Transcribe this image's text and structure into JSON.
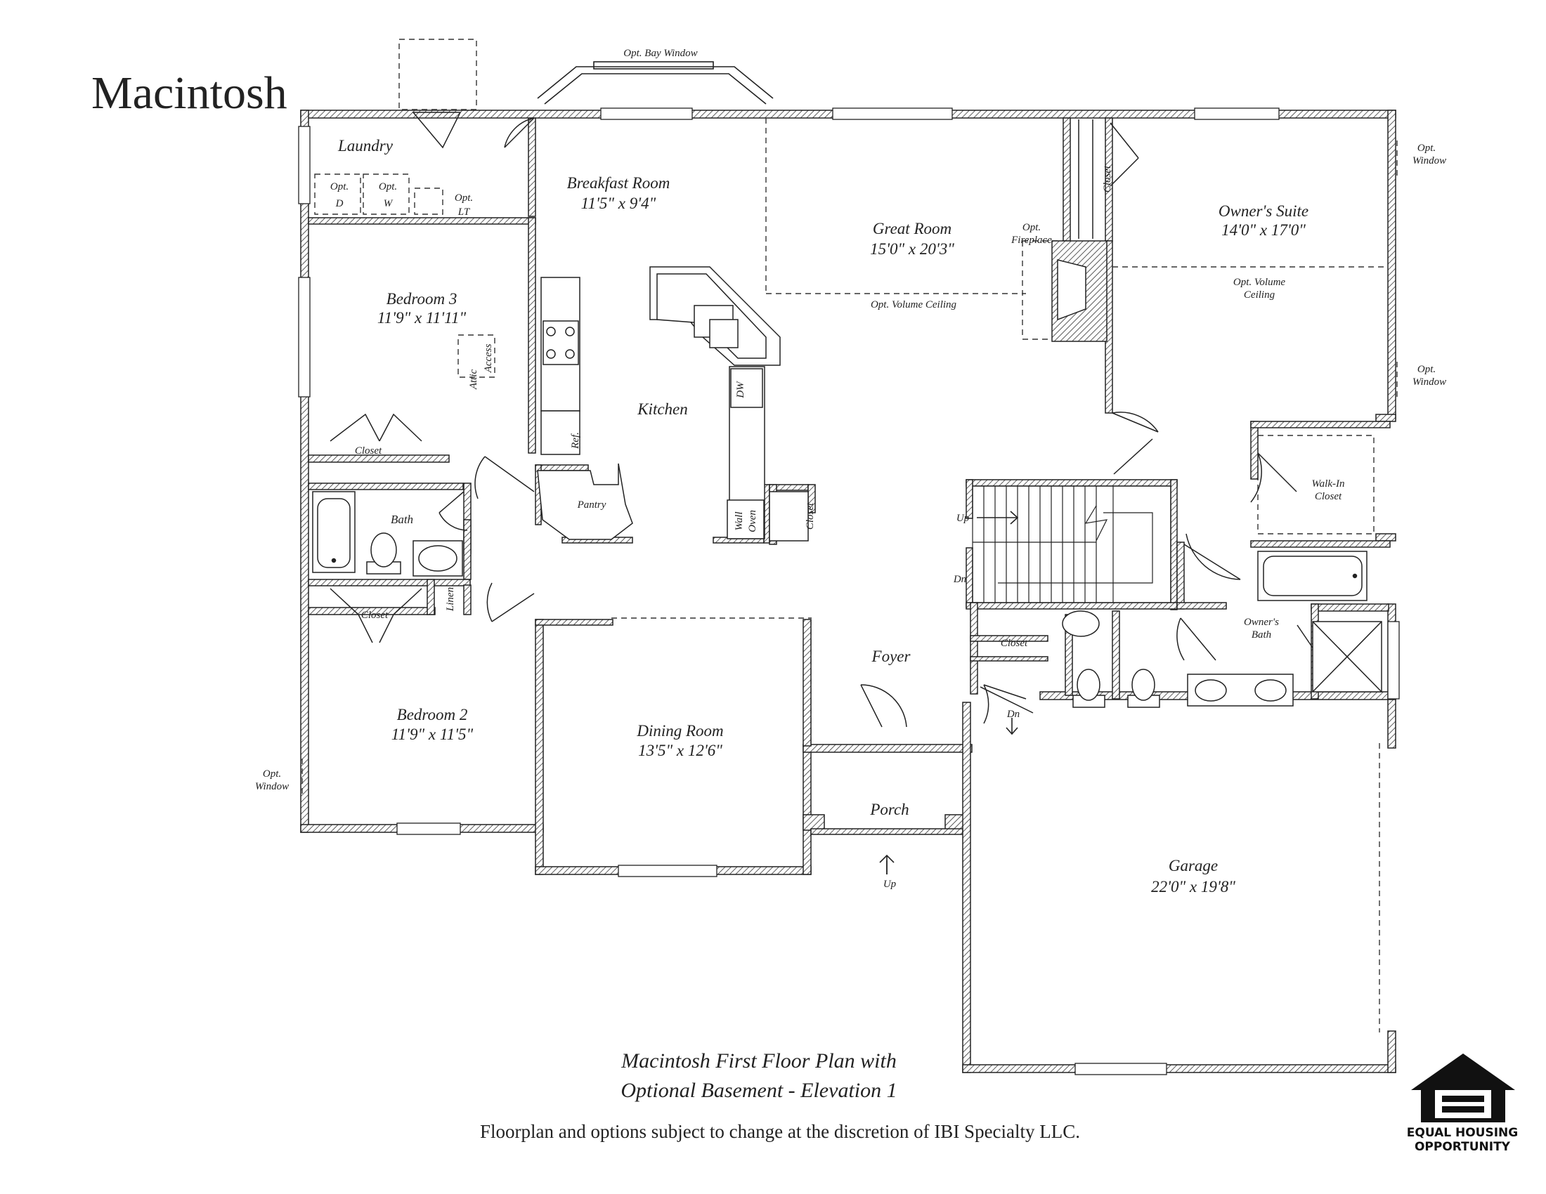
{
  "title": "Macintosh",
  "caption": {
    "line1": "Macintosh First Floor Plan with",
    "line2": "Optional Basement - Elevation 1"
  },
  "disclaimer": "Floorplan and options subject to change at the discretion of IBI Specialty LLC.",
  "equal_housing": {
    "line1": "EQUAL HOUSING",
    "line2": "OPPORTUNITY"
  },
  "rooms": {
    "laundry": "Laundry",
    "breakfast": {
      "name": "Breakfast Room",
      "size": "11'5\" x 9'4\""
    },
    "great_room": {
      "name": "Great Room",
      "size": "15'0\" x 20'3\""
    },
    "owners_suite": {
      "name": "Owner's Suite",
      "size": "14'0\" x 17'0\""
    },
    "bedroom3": {
      "name": "Bedroom 3",
      "size": "11'9\" x 11'11\""
    },
    "kitchen": "Kitchen",
    "bedroom2": {
      "name": "Bedroom 2",
      "size": "11'9\" x 11'5\""
    },
    "dining": {
      "name": "Dining Room",
      "size": "13'5\" x 12'6\""
    },
    "foyer": "Foyer",
    "porch": "Porch",
    "garage": {
      "name": "Garage",
      "size": "22'0\" x 19'8\""
    },
    "bath": "Bath",
    "owners_bath": {
      "line1": "Owner's",
      "line2": "Bath"
    },
    "walk_in_closet": {
      "line1": "Walk-In",
      "line2": "Closet"
    },
    "pantry": "Pantry"
  },
  "labels": {
    "closet": "Closet",
    "linen": "Linen",
    "opt": "Opt.",
    "opt_d": "D",
    "opt_w": "W",
    "opt_lt": "LT",
    "opt_bay_window": "Opt. Bay Window",
    "opt_window": "Window",
    "opt_fireplace": "Fireplace",
    "opt_volume_ceiling": "Opt. Volume Ceiling",
    "opt_volume": "Opt. Volume",
    "ceiling": "Ceiling",
    "attic": "Attic",
    "access": "Access",
    "ref": "Ref.",
    "dw": "DW",
    "wall": "Wall",
    "oven": "Oven",
    "up": "Up",
    "dn": "Dn"
  }
}
